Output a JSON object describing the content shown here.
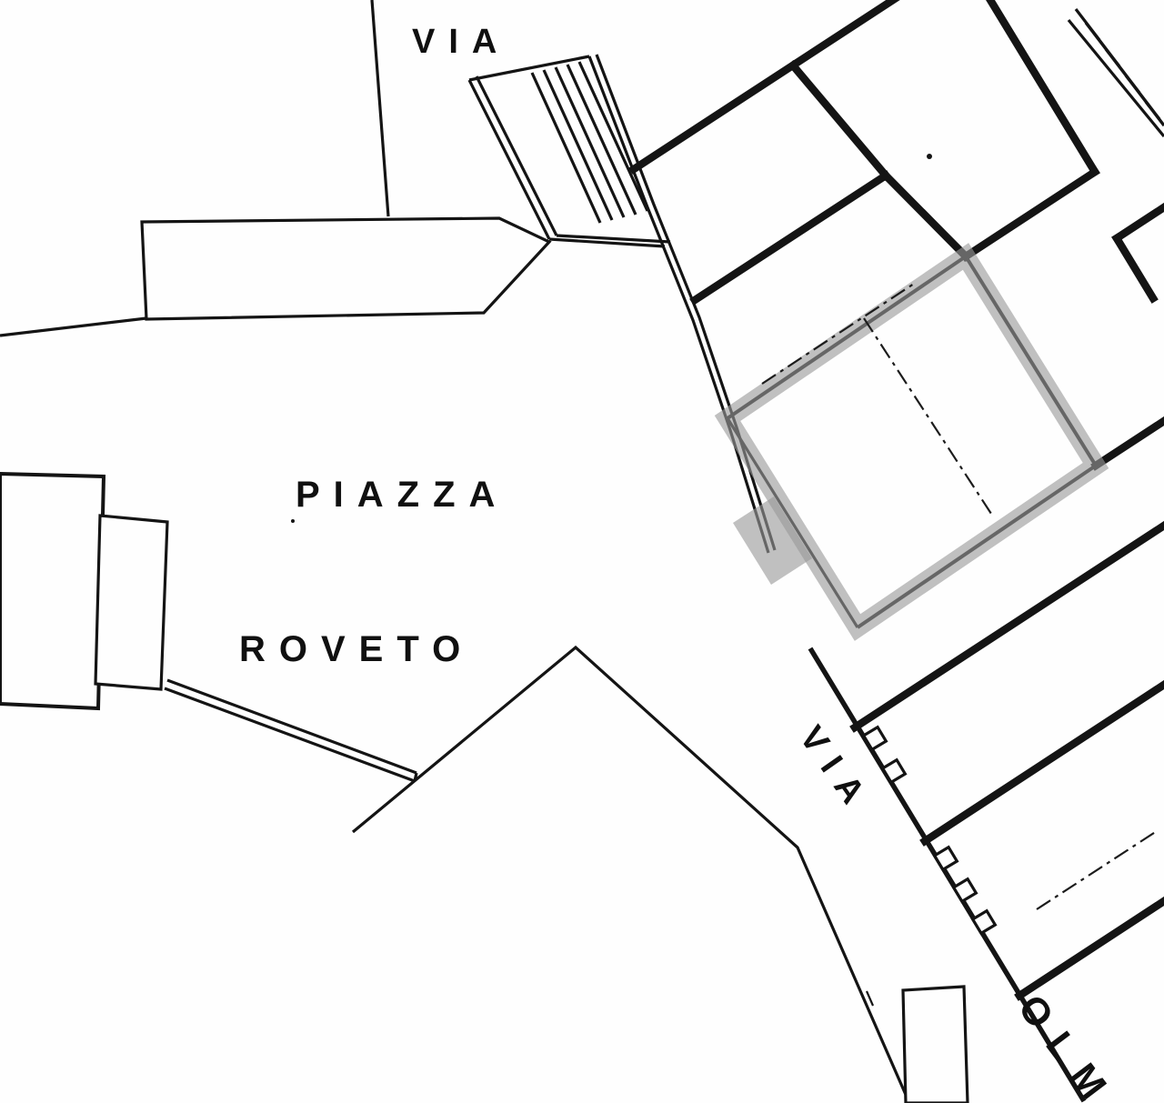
{
  "map": {
    "background_color": "#fefefe",
    "line_color": "#141414",
    "highlight_color": "#9a9a9a",
    "labels": {
      "street_top": "VIA",
      "piazza_line1": "PIAZZA",
      "piazza_line2": "ROVETO",
      "street_right": "VIA",
      "street_bottom_right": "OLM"
    }
  }
}
